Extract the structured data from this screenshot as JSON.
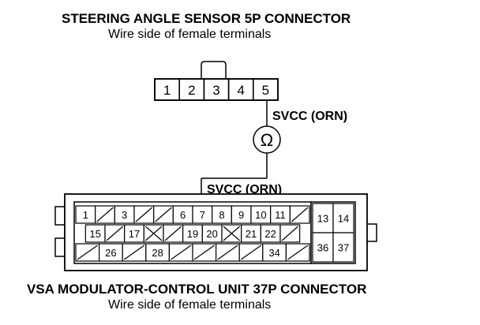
{
  "sensor_connector": {
    "title": "STEERING ANGLE SENSOR 5P CONNECTOR",
    "subtitle": "Wire side of female terminals",
    "terminals": [
      "1",
      "2",
      "3",
      "4",
      "5"
    ]
  },
  "meter": {
    "symbol": "Ω"
  },
  "wire_labels": {
    "upper": "SVCC (ORN)",
    "lower": "SVCC (ORN)"
  },
  "vsa_connector": {
    "title": "VSA MODULATOR-CONTROL UNIT 37P CONNECTOR",
    "subtitle": "Wire side of female terminals",
    "row1": [
      "1",
      "",
      "3",
      "",
      "",
      "6",
      "7",
      "8",
      "9",
      "10",
      "11",
      ""
    ],
    "row2": [
      "15",
      "",
      "17",
      "X",
      "",
      "19",
      "20",
      "X",
      "21",
      "22",
      ""
    ],
    "row3": [
      "",
      "26",
      "",
      "28",
      "",
      "",
      "",
      "",
      "34",
      ""
    ],
    "right_block": [
      "13",
      "14",
      "36",
      "37"
    ]
  }
}
